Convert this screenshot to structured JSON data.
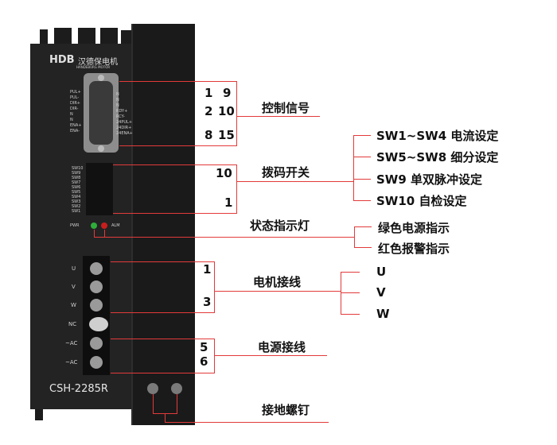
{
  "device": {
    "brand": "汉德保电机",
    "brand_sub": "HANDEBURG MOTOR",
    "logo": "HDB",
    "model": "CSH-2285R",
    "left_pins": [
      "PUL+",
      "PUL-",
      "DIR+",
      "DIR-",
      "N",
      "N",
      "ENA+",
      "ENA-"
    ],
    "right_pins": [
      "N",
      "N",
      "N",
      "RDY+",
      "RCY-",
      "24PUL+",
      "24DIR+",
      "24ENA+"
    ],
    "dip_labels": [
      "SW10",
      "SW9",
      "SW8",
      "SW7",
      "SW6",
      "SW5",
      "SW4",
      "SW3",
      "SW2",
      "SW1"
    ],
    "led_left": "PWR",
    "led_right": "ALM",
    "terminal_labels": [
      "U",
      "V",
      "W",
      "NC",
      "~AC",
      "~AC"
    ]
  },
  "annotations": {
    "control_signal": {
      "label": "控制信号",
      "n1": "1",
      "n9": "9",
      "n2": "2",
      "n10": "10",
      "n8": "8",
      "n15": "15"
    },
    "dip_switch": {
      "label": "拨码开关",
      "n10": "10",
      "n1": "1"
    },
    "sw_items": [
      "SW1~SW4  电流设定",
      "SW5~SW8  细分设定",
      "SW9  单双脉冲设定",
      "SW10  自检设定"
    ],
    "status_led": {
      "label": "状态指示灯",
      "items": [
        "绿色电源指示",
        "红色报警指示"
      ]
    },
    "motor_wiring": {
      "label": "电机接线",
      "n1": "1",
      "n3": "3",
      "phases": [
        "U",
        "V",
        "W"
      ]
    },
    "power_wiring": {
      "label": "电源接线",
      "n5": "5",
      "n6": "6"
    },
    "ground_screw": {
      "label": "接地螺钉"
    }
  },
  "colors": {
    "leader": "#e33a3a",
    "device_body": "#202020",
    "text": "#111111"
  }
}
